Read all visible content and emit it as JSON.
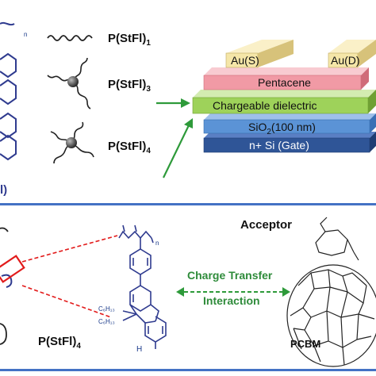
{
  "top": {
    "polymers": [
      {
        "base": "P(StFl)",
        "sub": "1"
      },
      {
        "base": "P(StFl)",
        "sub": "3"
      },
      {
        "base": "P(StFl)",
        "sub": "4"
      }
    ],
    "left_fragment_n": "n",
    "left_fragment_label": "l)"
  },
  "device": {
    "source": "Au(S)",
    "drain": "Au(D)",
    "semiconductor": "Pentacene",
    "dielectric": "Chargeable dielectric",
    "oxide_base": "SiO",
    "oxide_sub": "2",
    "oxide_rest": "(100 nm)",
    "gate": "n+ Si (Gate)"
  },
  "bottom": {
    "acceptor_title": "Acceptor",
    "charge_transfer_line1": "Charge Transfer",
    "charge_transfer_line2": "Interaction",
    "donor_base": "P(StFl)",
    "donor_sub": "4",
    "acceptor_name": "PCBM",
    "chain_n": "n",
    "alkyl_1": "C₆H₁₃",
    "alkyl_2": "C₆H₁₃",
    "h_atom": "H"
  },
  "colors": {
    "gold": "#f5e6a8",
    "pentacene": "#f19aa5",
    "dielectric": "#9ed25a",
    "sio2": "#5b93d6",
    "gate": "#2f5597",
    "divider": "#4472c4",
    "arrow_green": "#2e9a3a",
    "highlight_red": "#e21b1b"
  }
}
